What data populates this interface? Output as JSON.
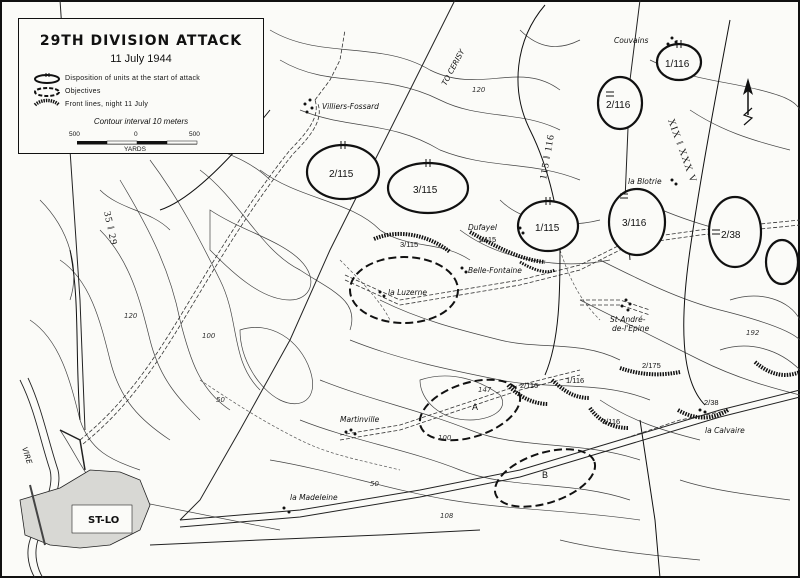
{
  "title": "29TH DIVISION ATTACK",
  "subtitle": "11 July 1944",
  "legend": {
    "items": [
      "Disposition of units at the start of attack",
      "Objectives",
      "Front lines, night 11 July"
    ],
    "contour_interval": "Contour interval 10 meters",
    "scale_ticks": [
      "500",
      "0",
      "500"
    ],
    "scale_unit": "YARDS"
  },
  "places": {
    "couvains": "Couvains",
    "villiers": "Villiers-Fossard",
    "dufayel": "Dufayel",
    "la_blotrie": "la Blotrie",
    "belle_fontaine": "Belle-Fontaine",
    "la_luzerne": "la Luzerne",
    "st_andre_1": "St-André-",
    "st_andre_2": "de-l'Epine",
    "martinville": "Martinville",
    "la_madeleine": "la Madeleine",
    "la_calvaire": "la Calvaire",
    "st_lo": "ST-LO",
    "to_cerisy": "TO CERISY",
    "vire": "VIRE"
  },
  "units": {
    "u_2_115": "2/115",
    "u_3_115": "3/115",
    "u_1_115": "1/115",
    "u_1_116": "1/116",
    "u_2_116": "2/116",
    "u_3_116": "3/116",
    "u_2_38": "2/38",
    "f_3_115": "3/115",
    "f_1_115": "1/115",
    "f_2_116": "2/116",
    "f_1_116": "1/116",
    "f_3_116": "3/116",
    "f_2_175": "2/175",
    "f_2_38": "2/38",
    "boundary_115_116": "115 ‖ 116",
    "corps": "XIX ‖ XXX V",
    "div": "35 ‖ 29"
  },
  "objectives": {
    "a": "A",
    "b": "B"
  },
  "elevations": {
    "e120a": "120",
    "e120b": "120",
    "e100a": "100",
    "e100b": "100",
    "e50a": "50",
    "e50b": "50",
    "e147": "147",
    "e192": "192",
    "e108": "108"
  }
}
